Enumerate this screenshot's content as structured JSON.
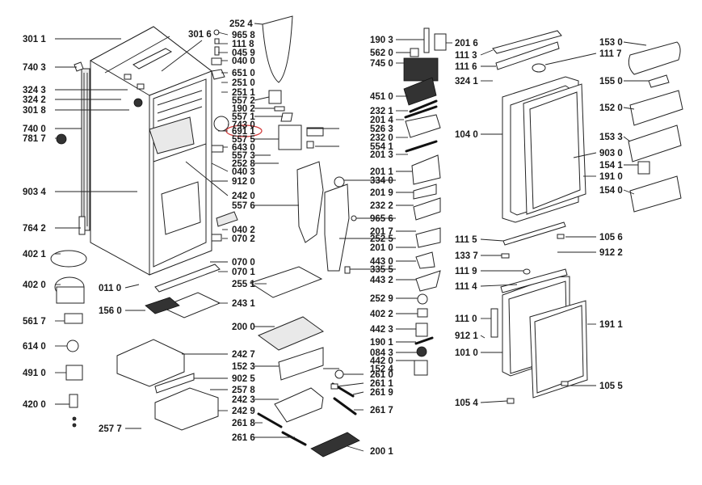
{
  "diagram": {
    "title": "Refrigerator exploded parts diagram",
    "highlight_color": "#d23b3b",
    "highlighted_part": "691 1",
    "callouts": [
      {
        "id": "301 1"
      },
      {
        "id": "740 3"
      },
      {
        "id": "324 3"
      },
      {
        "id": "324 2"
      },
      {
        "id": "301 8"
      },
      {
        "id": "740 0"
      },
      {
        "id": "781 7"
      },
      {
        "id": "903 4"
      },
      {
        "id": "764 2"
      },
      {
        "id": "402 1"
      },
      {
        "id": "402 0"
      },
      {
        "id": "011 0"
      },
      {
        "id": "156 0"
      },
      {
        "id": "561 7"
      },
      {
        "id": "614 0"
      },
      {
        "id": "491 0"
      },
      {
        "id": "420 0"
      },
      {
        "id": "257 7"
      },
      {
        "id": "301 6"
      },
      {
        "id": "252 4"
      },
      {
        "id": "965 8"
      },
      {
        "id": "111 8"
      },
      {
        "id": "045 9"
      },
      {
        "id": "040 0"
      },
      {
        "id": "651 0"
      },
      {
        "id": "251 0"
      },
      {
        "id": "251 1"
      },
      {
        "id": "557 2"
      },
      {
        "id": "190 2"
      },
      {
        "id": "557 1"
      },
      {
        "id": "743 0"
      },
      {
        "id": "691 1"
      },
      {
        "id": "557 5"
      },
      {
        "id": "643 0"
      },
      {
        "id": "557 3"
      },
      {
        "id": "252 8"
      },
      {
        "id": "040 3"
      },
      {
        "id": "912 0"
      },
      {
        "id": "242 0"
      },
      {
        "id": "557 6"
      },
      {
        "id": "040 2"
      },
      {
        "id": "070 2"
      },
      {
        "id": "070 0"
      },
      {
        "id": "070 1"
      },
      {
        "id": "255 1"
      },
      {
        "id": "243 1"
      },
      {
        "id": "200 0"
      },
      {
        "id": "242 7"
      },
      {
        "id": "152 3"
      },
      {
        "id": "902 5"
      },
      {
        "id": "257 8"
      },
      {
        "id": "242 3"
      },
      {
        "id": "242 9"
      },
      {
        "id": "261 8"
      },
      {
        "id": "261 6"
      },
      {
        "id": "190 3"
      },
      {
        "id": "562 0"
      },
      {
        "id": "745 0"
      },
      {
        "id": "451 0"
      },
      {
        "id": "232 1"
      },
      {
        "id": "201 4"
      },
      {
        "id": "526 3"
      },
      {
        "id": "232 0"
      },
      {
        "id": "554 1"
      },
      {
        "id": "201 3"
      },
      {
        "id": "201 1"
      },
      {
        "id": "334 0"
      },
      {
        "id": "201 9"
      },
      {
        "id": "232 2"
      },
      {
        "id": "965 6"
      },
      {
        "id": "201 7"
      },
      {
        "id": "252 5"
      },
      {
        "id": "201 0"
      },
      {
        "id": "443 0"
      },
      {
        "id": "335 5"
      },
      {
        "id": "443 2"
      },
      {
        "id": "252 9"
      },
      {
        "id": "402 2"
      },
      {
        "id": "442 3"
      },
      {
        "id": "190 1"
      },
      {
        "id": "084 3"
      },
      {
        "id": "442 0"
      },
      {
        "id": "152 4"
      },
      {
        "id": "261 0"
      },
      {
        "id": "261 1"
      },
      {
        "id": "261 9"
      },
      {
        "id": "261 7"
      },
      {
        "id": "200 1"
      },
      {
        "id": "201 6"
      },
      {
        "id": "111 3"
      },
      {
        "id": "111 6"
      },
      {
        "id": "324 1"
      },
      {
        "id": "104 0"
      },
      {
        "id": "111 5"
      },
      {
        "id": "133 7"
      },
      {
        "id": "111 9"
      },
      {
        "id": "111 4"
      },
      {
        "id": "111 0"
      },
      {
        "id": "912 1"
      },
      {
        "id": "101 0"
      },
      {
        "id": "105 4"
      },
      {
        "id": "153 0"
      },
      {
        "id": "111 7"
      },
      {
        "id": "155 0"
      },
      {
        "id": "152 0"
      },
      {
        "id": "153 3"
      },
      {
        "id": "903 0"
      },
      {
        "id": "154 1"
      },
      {
        "id": "191 0"
      },
      {
        "id": "154 0"
      },
      {
        "id": "105 6"
      },
      {
        "id": "912 2"
      },
      {
        "id": "191 1"
      },
      {
        "id": "105 5"
      }
    ]
  }
}
